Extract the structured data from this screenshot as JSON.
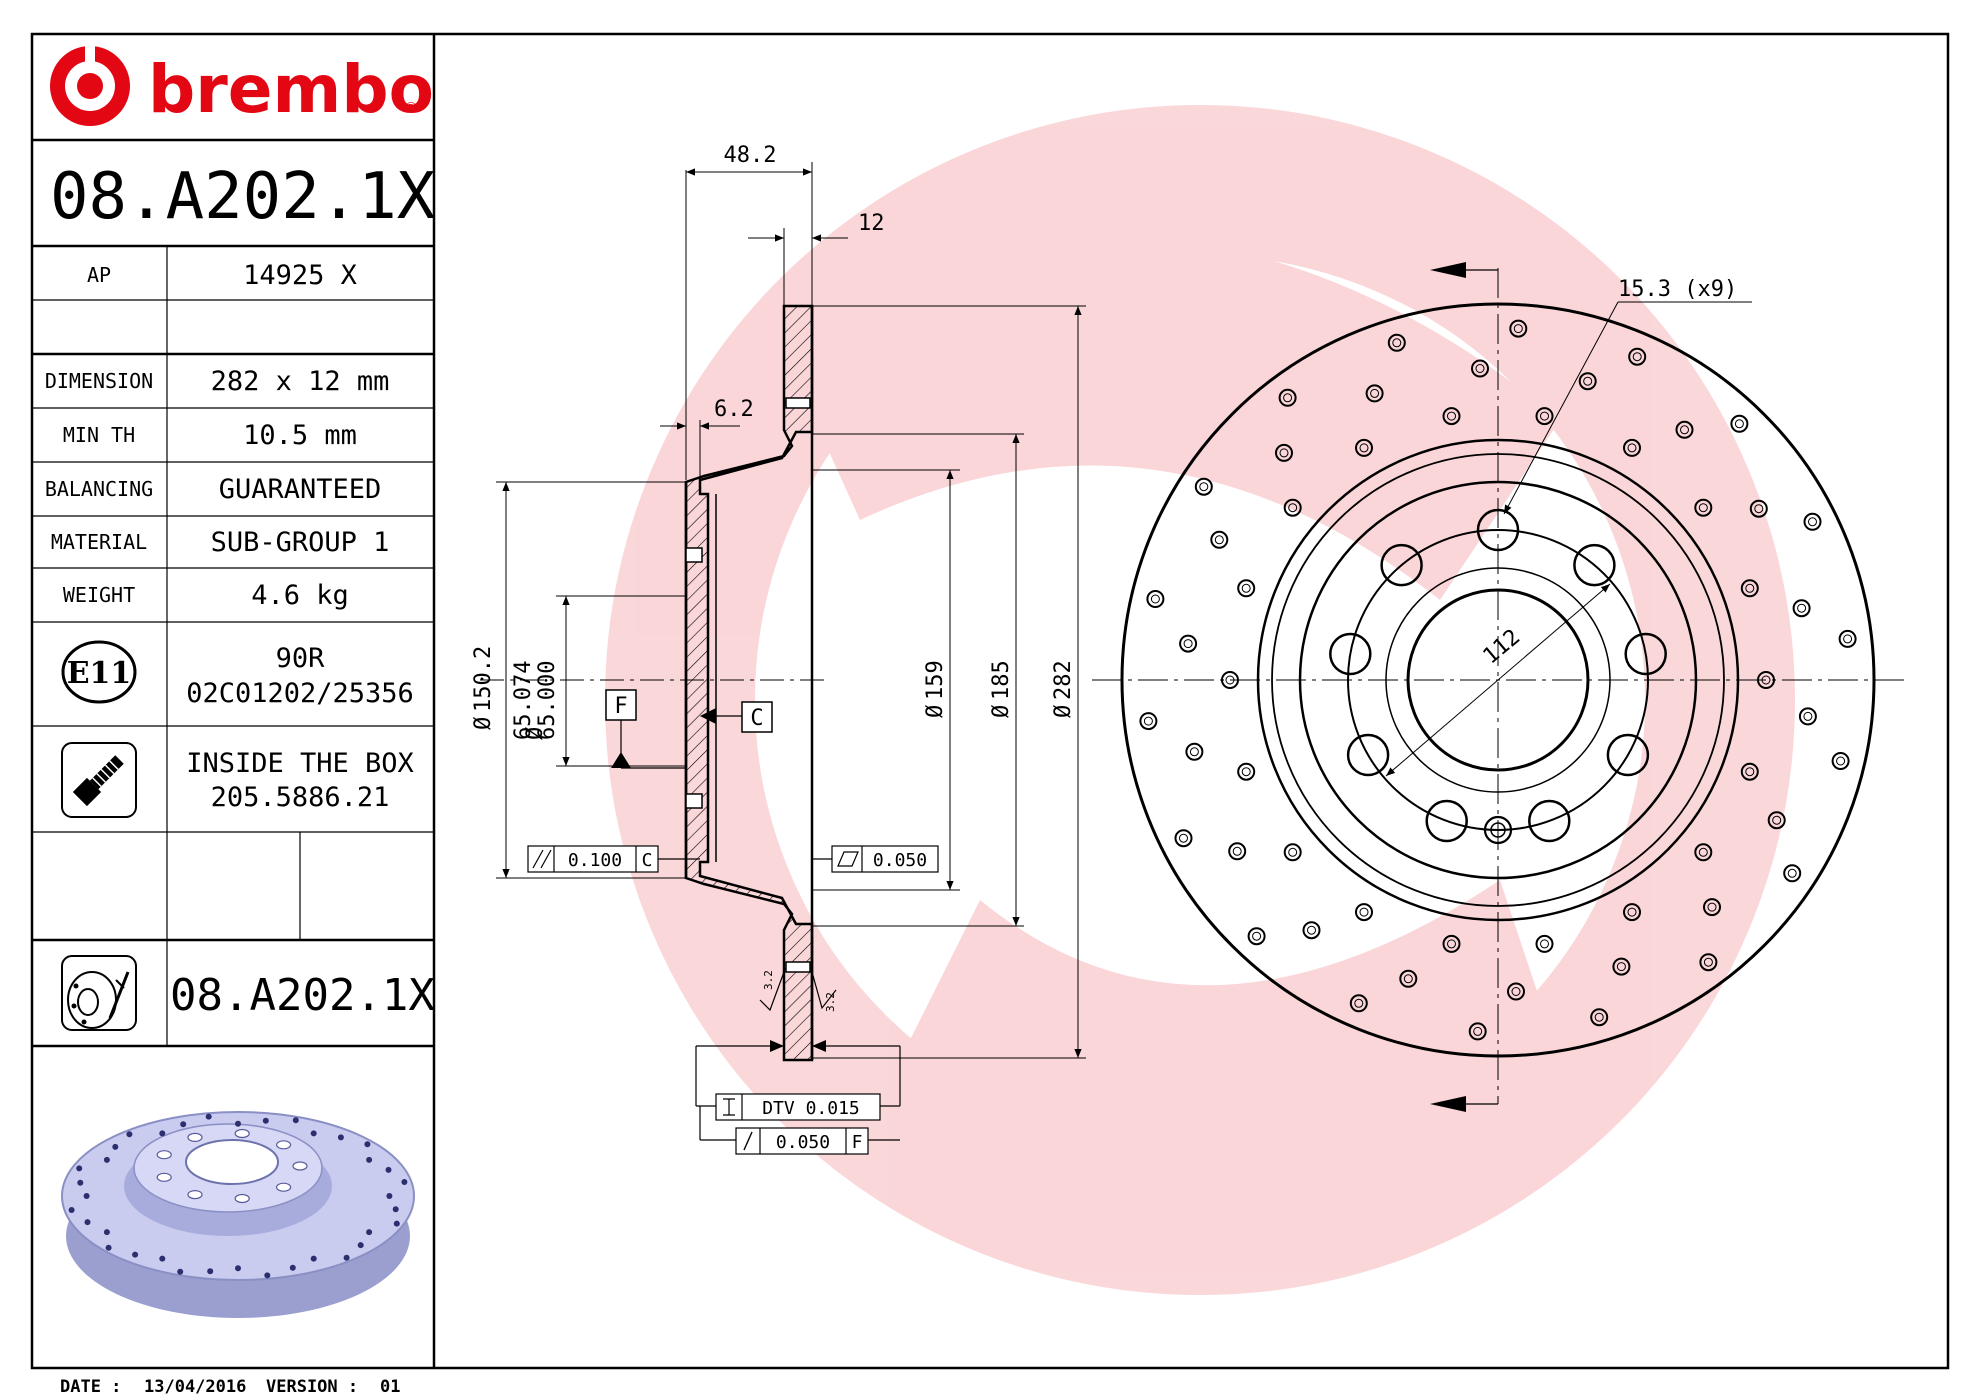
{
  "brand": {
    "name": "brembo",
    "registered_mark": "®",
    "color": "#e30613"
  },
  "part_number": "08.A202.1X",
  "spec_rows": [
    {
      "label": "AP",
      "value": "14925 X"
    },
    {
      "label": "",
      "value": ""
    },
    {
      "label": "DIMENSION",
      "value": "282 x 12 mm"
    },
    {
      "label": "MIN TH",
      "value": "10.5 mm"
    },
    {
      "label": "BALANCING",
      "value": "GUARANTEED"
    },
    {
      "label": "MATERIAL",
      "value": "SUB-GROUP 1"
    },
    {
      "label": "WEIGHT",
      "value": "4.6 kg"
    }
  ],
  "approval": {
    "icon": "e11-approval-mark-icon",
    "mark": "E11",
    "code": "90R",
    "number": "02C01202/25356"
  },
  "inside_box": {
    "icon": "screw-icon",
    "line1": "INSIDE THE BOX",
    "line2": "205.5886.21"
  },
  "variant": {
    "icon": "drilled-disc-icon",
    "part_number": "08.A202.1X"
  },
  "preview_icon": "brake-disc-3d-render",
  "footer": {
    "date_label": "DATE :",
    "date": "13/04/2016",
    "version_label": "VERSION :",
    "version": "01"
  },
  "dimensions": {
    "overall_width": "48.2",
    "thickness": "12",
    "hat_wall": "6.2",
    "hole_diameter": "15.3 (x9)",
    "pcd": "112",
    "dia_150": "150.2",
    "dia_65_max": "65.074",
    "dia_65_min": "65.000",
    "dia_159": "159",
    "dia_185": "185",
    "dia_282": "282",
    "datum_f": "F",
    "datum_c": "C",
    "parallelism_value": "0.100",
    "parallelism_datum": "C",
    "flatness_value": "0.050",
    "dtv": "DTV 0.015",
    "runout_value": "0.050",
    "runout_datum": "F",
    "roughness_left": "3.2",
    "roughness_right": "3.2",
    "diameter_symbol": "Ø"
  }
}
